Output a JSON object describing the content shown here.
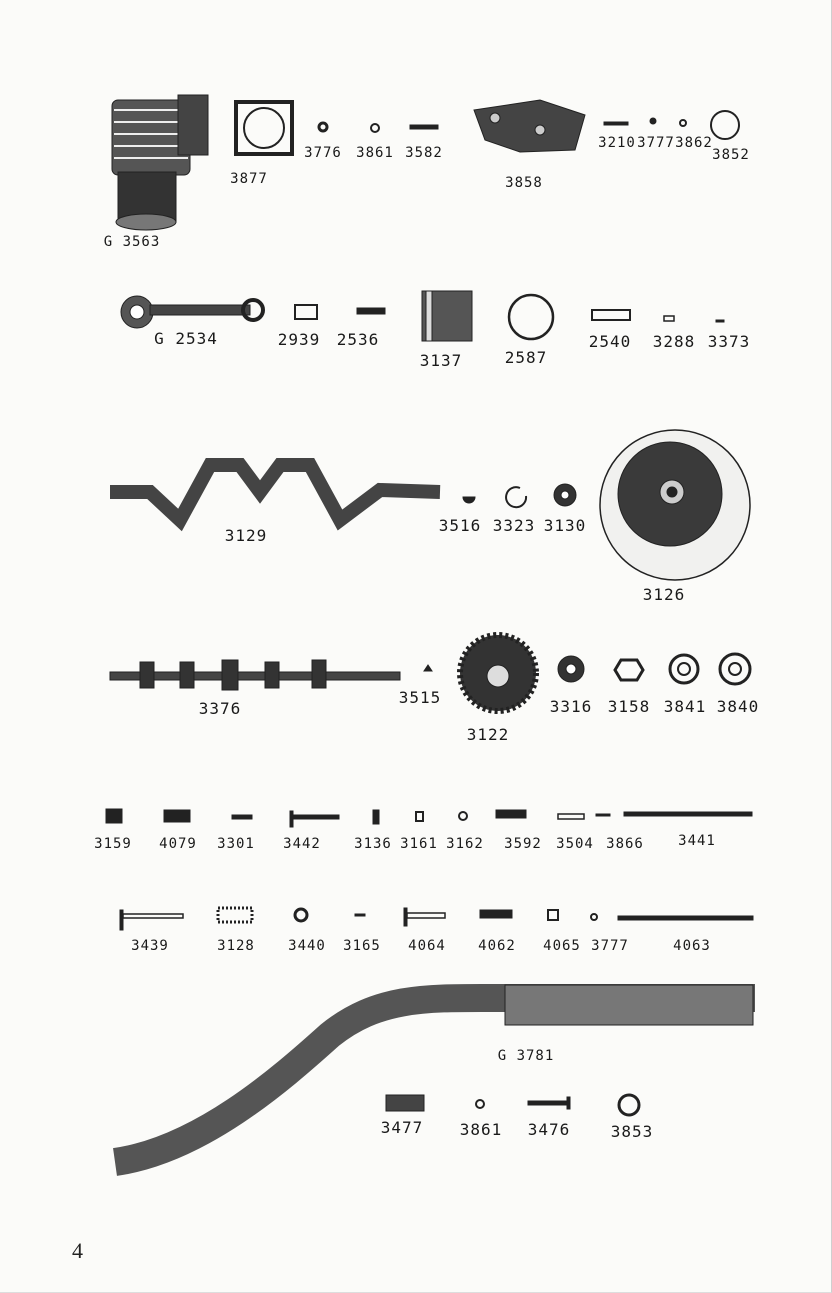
{
  "page_number": "4",
  "rows": [
    {
      "parts": [
        "G 3563",
        "3877",
        "3776",
        "3861",
        "3582",
        "3858",
        "3210",
        "3777",
        "3862",
        "3852"
      ]
    },
    {
      "parts": [
        "G 2534",
        "2939",
        "2536",
        "3137",
        "2587",
        "2540",
        "3288",
        "3373"
      ]
    },
    {
      "parts": [
        "3129",
        "3516",
        "3323",
        "3130",
        "3126"
      ]
    },
    {
      "parts": [
        "3376",
        "3515",
        "3122",
        "3316",
        "3158",
        "3841",
        "3840"
      ]
    },
    {
      "parts": [
        "3159",
        "4079",
        "3301",
        "3442",
        "3136",
        "3161",
        "3162",
        "3592",
        "3504",
        "3866",
        "3441"
      ]
    },
    {
      "parts": [
        "3439",
        "3128",
        "3440",
        "3165",
        "4064",
        "4062",
        "4065",
        "3777",
        "4063"
      ]
    },
    {
      "parts": [
        "G 3781",
        "3477",
        "3861",
        "3476",
        "3853"
      ]
    }
  ]
}
